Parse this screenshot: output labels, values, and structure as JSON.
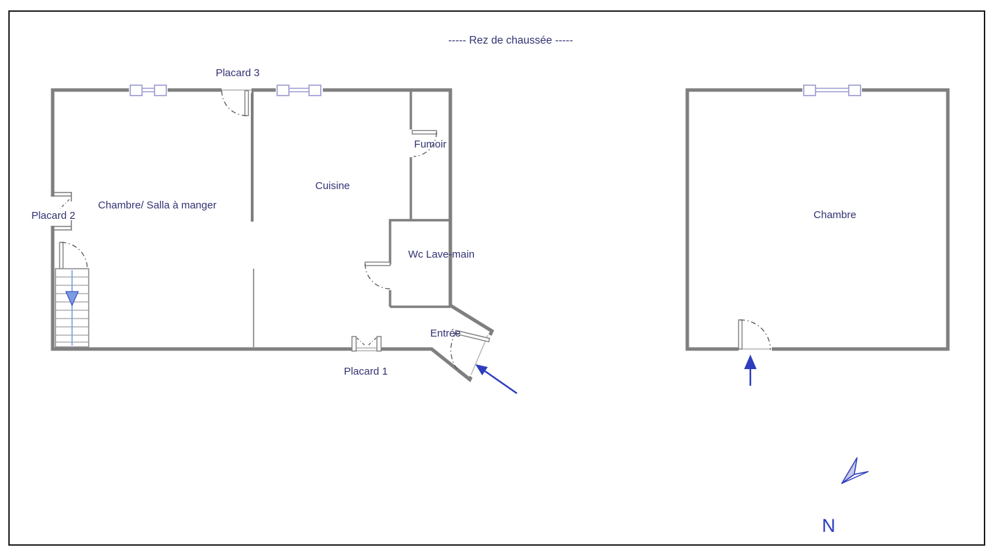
{
  "title": "----- Rez de chaussée -----",
  "colors": {
    "frame": "#1a1a1a",
    "wall": "#7f7f7f",
    "wall_light": "#9a9a9a",
    "stairs": "#8a8a8a",
    "text": "#323273",
    "window": "#9a9ad0",
    "arrow": "#2e3cbe",
    "stair_arrow": "#7b9ce0",
    "north_fill": "#c9c9ec",
    "door_arc": "#555555"
  },
  "main_building": {
    "labels": {
      "placard3": "Placard 3",
      "chambre_salle_a_manger": "Chambre/ Salla à manger",
      "placard2": "Placard 2",
      "cuisine": "Cuisine",
      "fumoir": "Fumoir",
      "wc_lave_main": "Wc Lave-main",
      "entree": "Entrée",
      "placard1": "Placard 1"
    }
  },
  "annex_building": {
    "labels": {
      "chambre": "Chambre"
    }
  },
  "compass": {
    "north_label": "N"
  }
}
